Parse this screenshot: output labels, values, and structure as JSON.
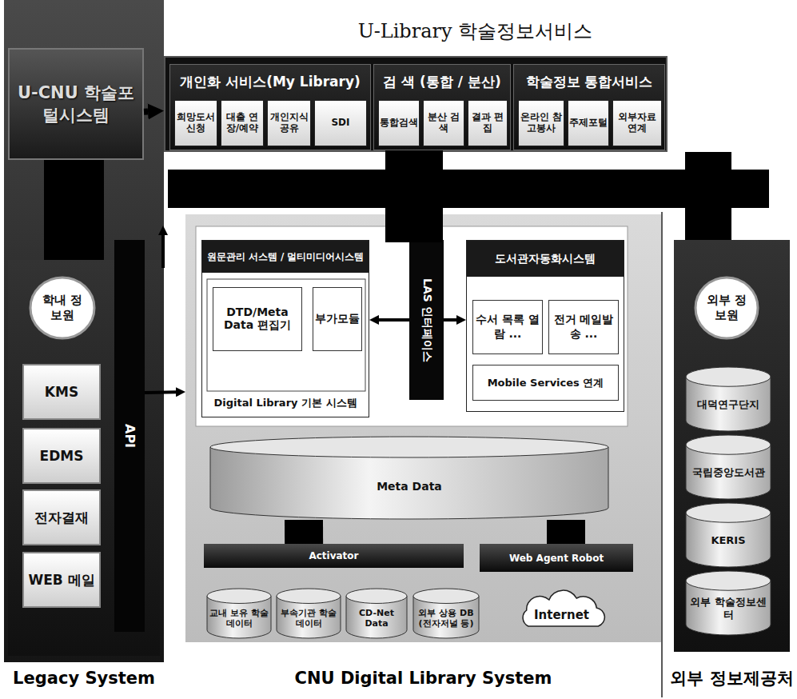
{
  "diagram": {
    "nodes": [
      {
        "text": [
          "U-CNU 학술포털시스템"
        ]
      },
      {
        "text": [
          "U-Library 학술정보서비스"
        ]
      },
      {
        "text": [
          "개인화 서비스(My Library)"
        ],
        "in": 1
      },
      {
        "text": [
          "희망도서 신청"
        ],
        "in": 2
      },
      {
        "text": [
          "대출 연장/예약"
        ],
        "in": 2
      },
      {
        "text": [
          "개인지식 공유"
        ],
        "in": 2
      },
      {
        "text": [
          "SDI"
        ],
        "in": 2
      },
      {
        "text": [
          "검 색 (통합 / 분산)"
        ],
        "in": 1
      },
      {
        "text": [
          "통합검색"
        ],
        "in": 7
      },
      {
        "text": [
          "분산 검색"
        ],
        "in": 7
      },
      {
        "text": [
          "결과 편집"
        ],
        "in": 7
      },
      {
        "text": [
          "학술정보 통합서비스"
        ],
        "in": 1
      },
      {
        "text": [
          "온라인 참고봉사"
        ],
        "in": 11
      },
      {
        "text": [
          "주제포털"
        ],
        "in": 11
      },
      {
        "text": [
          "외부자료 연계"
        ],
        "in": 11
      },
      {
        "text": [
          "Legacy System"
        ]
      },
      {
        "text": [
          "학내 정보원"
        ],
        "in": 15
      },
      {
        "text": [
          "KMS"
        ],
        "in": 15
      },
      {
        "text": [
          "EDMS"
        ],
        "in": 15
      },
      {
        "text": [
          "전자결재"
        ],
        "in": 15
      },
      {
        "text": [
          "WEB 메일"
        ],
        "in": 15
      },
      {
        "text": [
          "API"
        ],
        "in": 15
      },
      {
        "text": [
          "CNU Digital Library System"
        ]
      },
      {
        "text": [
          "원문관리 서스템 / 멀티미디어시스템",
          "Digital Library 기본 시스템"
        ],
        "in": 22
      },
      {
        "text": [
          "DTD/Meta Data 편집기"
        ],
        "in": 23
      },
      {
        "text": [
          "부가모듈"
        ],
        "in": 23
      },
      {
        "text": [
          "LAS 인터페이스"
        ],
        "in": 22
      },
      {
        "text": [
          "도서관자동화시스템"
        ],
        "in": 22
      },
      {
        "text": [
          "수서 목록 열람 ..."
        ],
        "in": 27
      },
      {
        "text": [
          "전거 메일발송 ..."
        ],
        "in": 27
      },
      {
        "text": [
          "Mobile Services 연계"
        ],
        "in": 27
      },
      {
        "text": [
          "Meta Data"
        ],
        "in": 22
      },
      {
        "text": [
          "Activator"
        ],
        "in": 22
      },
      {
        "text": [
          "Web Agent Robot"
        ],
        "in": 22
      },
      {
        "text": [
          "교내 보유 학술 데이터"
        ],
        "in": 22
      },
      {
        "text": [
          "부속기관 학술 데이터"
        ],
        "in": 22
      },
      {
        "text": [
          "CD-Net Data"
        ],
        "in": 22
      },
      {
        "text": [
          "외부 상용 DB (전자저널 등)"
        ],
        "in": 22
      },
      {
        "text": [
          "Internet"
        ],
        "in": 22
      },
      {
        "text": [
          "외부 정보제공처"
        ]
      },
      {
        "text": [
          "외부 정보원"
        ],
        "in": 39
      },
      {
        "text": [
          "대덕연구단지"
        ],
        "in": 39
      },
      {
        "text": [
          "국립중앙도서관"
        ],
        "in": 39
      },
      {
        "text": [
          "KERIS"
        ],
        "in": 39
      },
      {
        "text": [
          "외부 학술정보센터"
        ],
        "in": 39
      }
    ],
    "edges": [
      {
        "from": 0,
        "to": 1,
        "arrow": "to"
      },
      {
        "from": 21,
        "to": 22,
        "arrow": "to"
      },
      {
        "from": 26,
        "to": 23,
        "arrow": "to"
      },
      {
        "from": 26,
        "to": 27,
        "arrow": "to"
      },
      {
        "from": 31,
        "to": 32,
        "arrow": "none"
      },
      {
        "from": 31,
        "to": 33,
        "arrow": "none"
      }
    ]
  }
}
